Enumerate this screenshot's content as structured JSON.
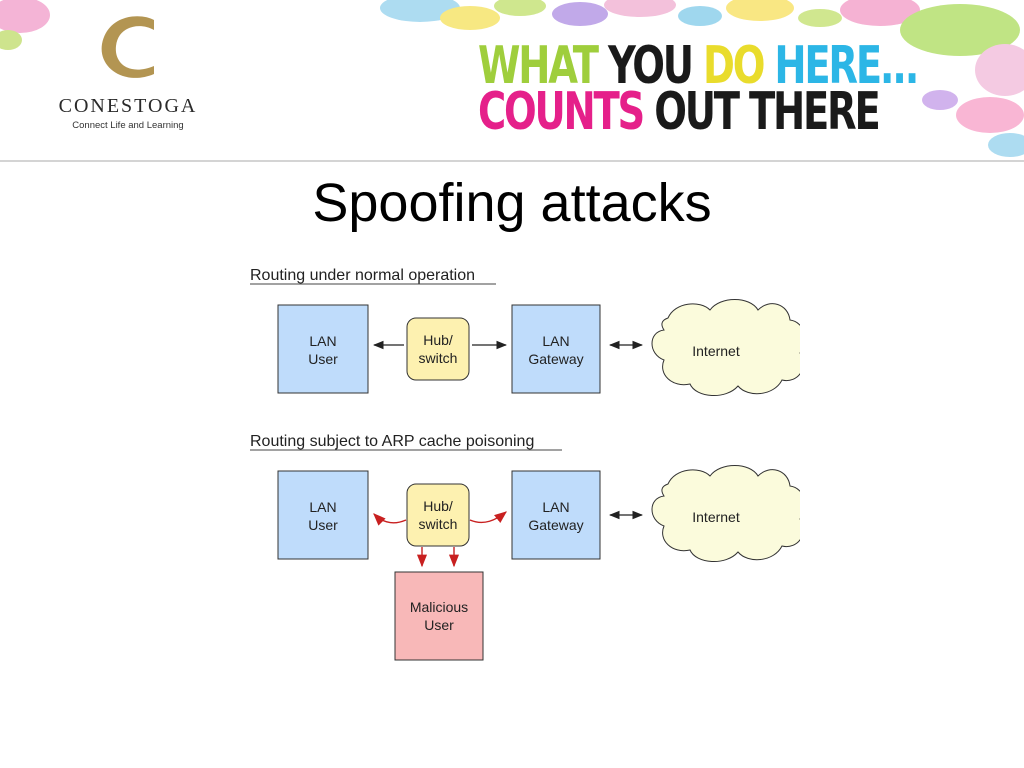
{
  "header": {
    "brand": {
      "name": "CONESTOGA",
      "tagline": "Connect Life and Learning"
    },
    "slogan": {
      "line1": [
        "WHAT",
        "YOU",
        "DO",
        "HERE..."
      ],
      "line2": [
        "COUNTS",
        "OUT",
        "THERE"
      ]
    }
  },
  "slide": {
    "title": "Spoofing attacks"
  },
  "diagram": {
    "section1": {
      "heading": "Routing under normal operation",
      "lan_user": [
        "LAN",
        "User"
      ],
      "hub": [
        "Hub/",
        "switch"
      ],
      "gateway": [
        "LAN",
        "Gateway"
      ],
      "internet": "Internet"
    },
    "section2": {
      "heading": "Routing subject to ARP cache poisoning",
      "lan_user": [
        "LAN",
        "User"
      ],
      "hub": [
        "Hub/",
        "switch"
      ],
      "gateway": [
        "LAN",
        "Gateway"
      ],
      "internet": "Internet",
      "malicious": [
        "Malicious",
        "User"
      ]
    }
  },
  "colors": {
    "lan_box": "#bfdcfb",
    "hub_box": "#fdf1b0",
    "internet_cloud": "#fbfbdc",
    "malicious_box": "#f8b8b8",
    "red_arrow": "#c82020"
  }
}
